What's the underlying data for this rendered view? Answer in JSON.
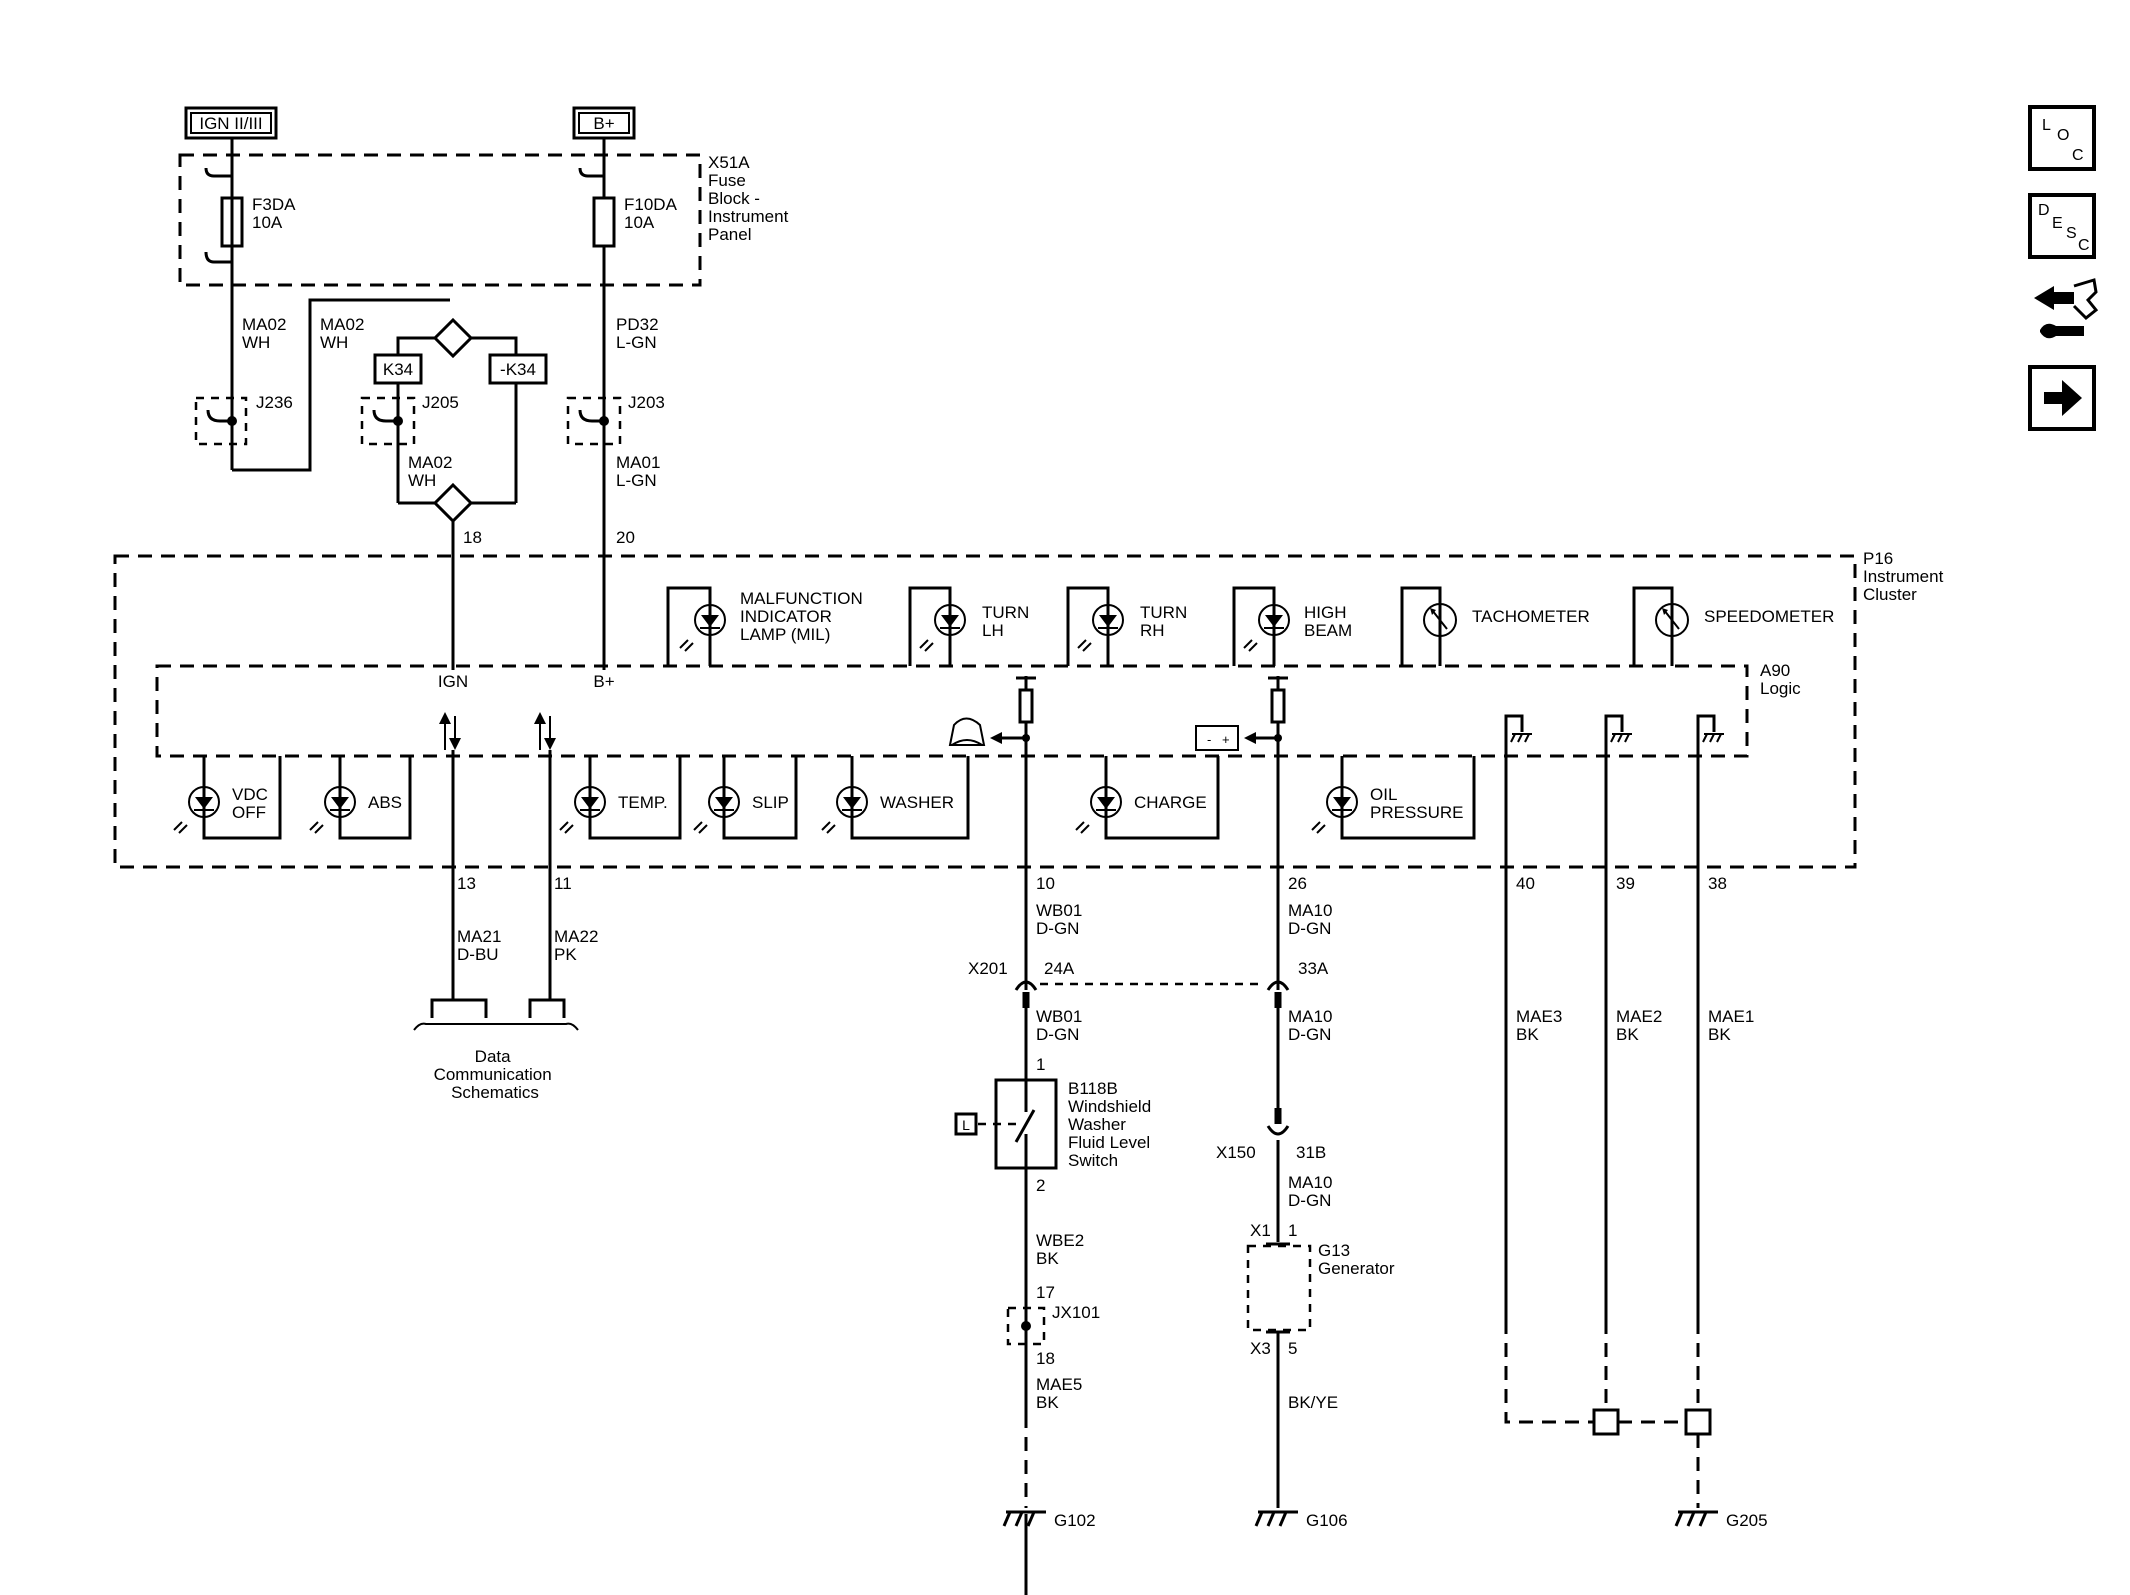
{
  "power_sources": {
    "ign": "IGN II/III",
    "bplus": "B+"
  },
  "fuse_block": {
    "label": [
      "X51A",
      "Fuse",
      "Block -",
      "Instrument",
      "Panel"
    ],
    "fuse_f3da": [
      "F3DA",
      "10A"
    ],
    "fuse_f10da": [
      "F10DA",
      "10A"
    ]
  },
  "wires": {
    "ma02_left": [
      "MA02",
      "WH"
    ],
    "ma02_mid": [
      "MA02",
      "WH"
    ],
    "ma02_low": [
      "MA02",
      "WH"
    ],
    "pd32": [
      "PD32",
      "L-GN"
    ],
    "ma01": [
      "MA01",
      "L-GN"
    ],
    "ma21": [
      "MA21",
      "D-BU"
    ],
    "ma22": [
      "MA22",
      "PK"
    ],
    "wb01_top": [
      "WB01",
      "D-GN"
    ],
    "wb01_low": [
      "WB01",
      "D-GN"
    ],
    "ma10_top": [
      "MA10",
      "D-GN"
    ],
    "ma10_mid": [
      "MA10",
      "D-GN"
    ],
    "ma10_low": [
      "MA10",
      "D-GN"
    ],
    "wbe2": [
      "WBE2",
      "BK"
    ],
    "mae5": [
      "MAE5",
      "BK"
    ],
    "bkye": "BK/YE",
    "mae3": [
      "MAE3",
      "BK"
    ],
    "mae2": [
      "MAE2",
      "BK"
    ],
    "mae1": [
      "MAE1",
      "BK"
    ]
  },
  "splices": {
    "j236": "J236",
    "j205": "J205",
    "j203": "J203",
    "jx101": "JX101"
  },
  "options": {
    "k34": "K34",
    "not_k34": "-K34"
  },
  "cluster": {
    "label": [
      "P16",
      "Instrument",
      "Cluster"
    ],
    "logic": [
      "A90",
      "Logic"
    ],
    "ign": "IGN",
    "bplus": "B+",
    "lamps_top": {
      "mil": [
        "MALFUNCTION",
        "INDICATOR",
        "LAMP (MIL)"
      ],
      "turn_lh": [
        "TURN",
        "LH"
      ],
      "turn_rh": [
        "TURN",
        "RH"
      ],
      "high_beam": [
        "HIGH",
        "BEAM"
      ]
    },
    "gauges": {
      "tach": "TACHOMETER",
      "speedo": "SPEEDOMETER"
    },
    "lamps_bottom": {
      "vdc": [
        "VDC",
        "OFF"
      ],
      "abs": "ABS",
      "temp": "TEMP.",
      "slip": "SLIP",
      "washer": "WASHER",
      "charge": "CHARGE",
      "oil": [
        "OIL",
        "PRESSURE"
      ]
    }
  },
  "pins": {
    "p18": "18",
    "p20": "20",
    "p13": "13",
    "p11": "11",
    "p10": "10",
    "p26": "26",
    "p40": "40",
    "p39": "39",
    "p38": "38",
    "c24a": "24A",
    "c33a": "33A",
    "c31b": "31B",
    "sw1": "1",
    "sw2": "2",
    "jx17": "17",
    "jx18": "18",
    "g1": "1",
    "g5": "5"
  },
  "connectors": {
    "x201": "X201",
    "x150": "X150",
    "x1": "X1",
    "x3": "X3"
  },
  "data_comm": [
    "Data",
    "Communication",
    "Schematics"
  ],
  "components": {
    "washer_switch": [
      "B118B",
      "Windshield",
      "Washer",
      "Fluid Level",
      "Switch"
    ],
    "level_symbol": "L",
    "generator": [
      "G13",
      "Generator"
    ]
  },
  "grounds": {
    "g102": "G102",
    "g106": "G106",
    "g205": "G205"
  },
  "nav": {
    "loc": [
      "L",
      "O",
      "C"
    ],
    "desc": [
      "D",
      "E",
      "S",
      "C"
    ],
    "connector_icon": "connector-tool-icon",
    "next_icon": "arrow-right-icon"
  }
}
